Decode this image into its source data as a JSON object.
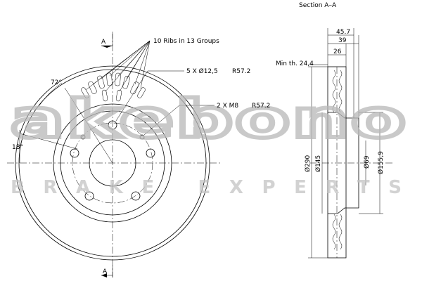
{
  "watermark": {
    "brand": "akebono",
    "tagline": "BRAKE EXPERTS"
  },
  "section_title": "Section A–A",
  "labels": {
    "ribs": "10 Ribs in 13 Groups",
    "bolt_holes": "5 X Ø12,5",
    "bolt_radius": "R57.2",
    "threaded_holes": "2 X M8",
    "threaded_radius": "R57.2",
    "angle_top": "72°",
    "angle_side": "18°",
    "section_marker_top": "A",
    "section_marker_bottom": "A",
    "min_thickness": "Min th. 24,4"
  },
  "dimensions": {
    "total_height": "45.7",
    "hat_height": "39",
    "thickness": "26",
    "outer_diameter": "Ø290",
    "hat_diameter": "Ø145",
    "center_bore": "Ø69",
    "hat_outer": "Ø155,9"
  }
}
